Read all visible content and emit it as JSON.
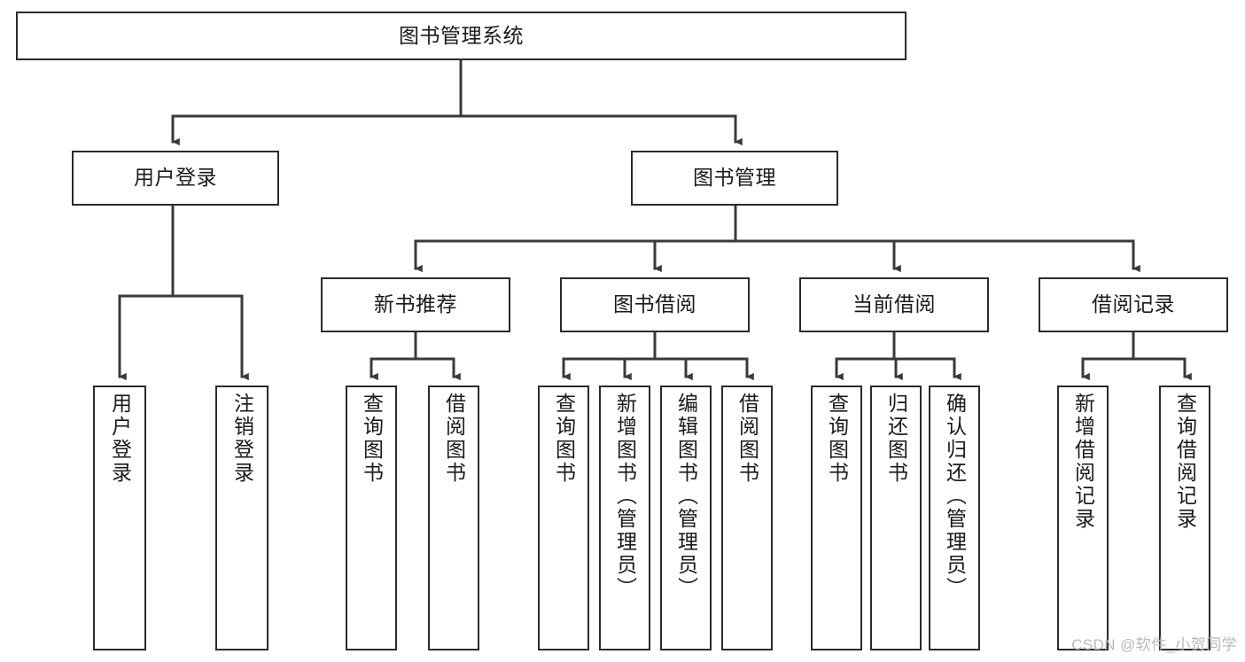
{
  "diagram": {
    "title": "图书管理系统",
    "type": "tree",
    "watermark": "CSDN @软件_小贺同学",
    "colors": {
      "box_border": "#2b2b2b",
      "box_fill": "#ffffff",
      "connector": "#3a3a3a",
      "text": "#1a1a1a",
      "watermark": "#b9b9b9",
      "background": "#ffffff"
    },
    "root": {
      "label": "图书管理系统",
      "orientation": "horizontal"
    },
    "level2": [
      {
        "label": "用户登录",
        "orientation": "horizontal"
      },
      {
        "label": "图书管理",
        "orientation": "horizontal"
      }
    ],
    "level3": [
      {
        "label": "新书推荐",
        "orientation": "horizontal"
      },
      {
        "label": "图书借阅",
        "orientation": "horizontal"
      },
      {
        "label": "当前借阅",
        "orientation": "horizontal"
      },
      {
        "label": "借阅记录",
        "orientation": "horizontal"
      }
    ],
    "leaves": {
      "user_login": [
        {
          "label": "用户登录"
        },
        {
          "label": "注销登录"
        }
      ],
      "new_book_recommend": [
        {
          "label": "查询图书"
        },
        {
          "label": "借阅图书"
        }
      ],
      "book_borrow": [
        {
          "label": "查询图书"
        },
        {
          "label": "新增图书（管理员）"
        },
        {
          "label": "编辑图书（管理员）"
        },
        {
          "label": "借阅图书"
        }
      ],
      "current_borrow": [
        {
          "label": "查询图书"
        },
        {
          "label": "归还图书"
        },
        {
          "label": "确认归还（管理员）"
        }
      ],
      "borrow_record": [
        {
          "label": "新增借阅记录"
        },
        {
          "label": "查询借阅记录"
        }
      ]
    }
  }
}
